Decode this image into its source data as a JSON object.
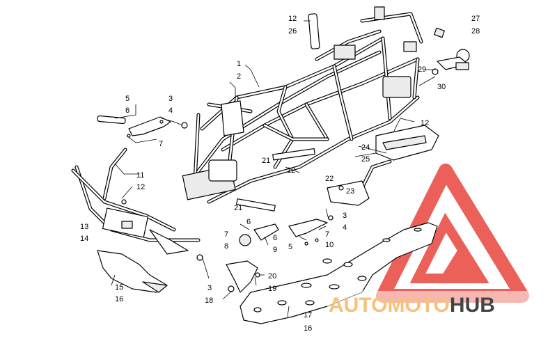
{
  "diagram": {
    "callouts": [
      "1",
      "2",
      "3",
      "4",
      "5",
      "6",
      "7",
      "8",
      "9",
      "10",
      "11",
      "12",
      "13",
      "14",
      "15",
      "16",
      "17",
      "18",
      "19",
      "20",
      "21",
      "22",
      "23",
      "24",
      "25",
      "26",
      "27",
      "28",
      "29",
      "30"
    ]
  },
  "watermark": {
    "text_part1": "AUTO",
    "text_part2": "MOTO",
    "text_part3": "HUB",
    "color_primary": "#e8453c",
    "color_accent": "#f4c27a",
    "color_dark": "#444444"
  }
}
